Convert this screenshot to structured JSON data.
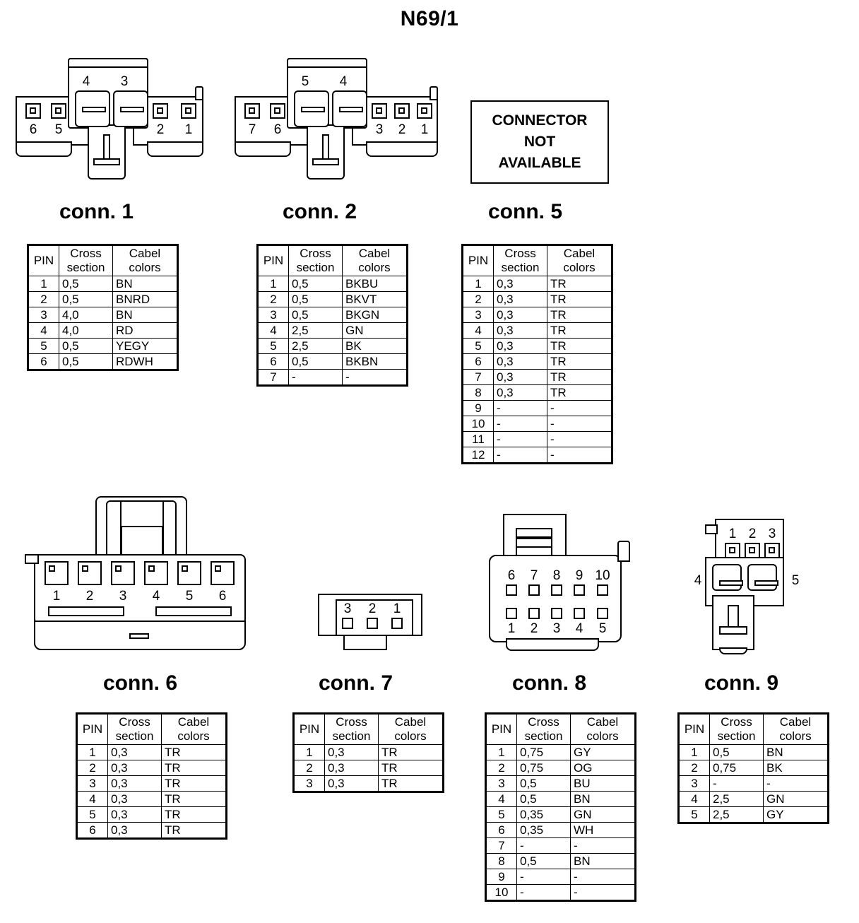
{
  "title": "N69/1",
  "not_available": {
    "line1": "CONNECTOR",
    "line2": "NOT",
    "line3": "AVAILABLE"
  },
  "table_headers": {
    "pin": "PIN",
    "cross_section_l1": "Cross",
    "cross_section_l2": "section",
    "cable_colors_l1": "Cabel",
    "cable_colors_l2": "colors"
  },
  "connectors": [
    {
      "id": "conn1",
      "label": "conn. 1",
      "pin_numbers": [
        "6",
        "5",
        "4",
        "3",
        "2",
        "1"
      ],
      "rows": [
        {
          "pin": "1",
          "cross_section": "0,5",
          "cable_colors": "BN"
        },
        {
          "pin": "2",
          "cross_section": "0,5",
          "cable_colors": "BNRD"
        },
        {
          "pin": "3",
          "cross_section": "4,0",
          "cable_colors": "BN"
        },
        {
          "pin": "4",
          "cross_section": "4,0",
          "cable_colors": "RD"
        },
        {
          "pin": "5",
          "cross_section": "0,5",
          "cable_colors": "YEGY"
        },
        {
          "pin": "6",
          "cross_section": "0,5",
          "cable_colors": "RDWH"
        }
      ]
    },
    {
      "id": "conn2",
      "label": "conn. 2",
      "pin_numbers": [
        "7",
        "6",
        "5",
        "4",
        "3",
        "2",
        "1"
      ],
      "rows": [
        {
          "pin": "1",
          "cross_section": "0,5",
          "cable_colors": "BKBU"
        },
        {
          "pin": "2",
          "cross_section": "0,5",
          "cable_colors": "BKVT"
        },
        {
          "pin": "3",
          "cross_section": "0,5",
          "cable_colors": "BKGN"
        },
        {
          "pin": "4",
          "cross_section": "2,5",
          "cable_colors": "GN"
        },
        {
          "pin": "5",
          "cross_section": "2,5",
          "cable_colors": "BK"
        },
        {
          "pin": "6",
          "cross_section": "0,5",
          "cable_colors": "BKBN"
        },
        {
          "pin": "7",
          "cross_section": "-",
          "cable_colors": "-"
        }
      ]
    },
    {
      "id": "conn5",
      "label": "conn. 5",
      "pin_numbers": [],
      "rows": [
        {
          "pin": "1",
          "cross_section": "0,3",
          "cable_colors": "TR"
        },
        {
          "pin": "2",
          "cross_section": "0,3",
          "cable_colors": "TR"
        },
        {
          "pin": "3",
          "cross_section": "0,3",
          "cable_colors": "TR"
        },
        {
          "pin": "4",
          "cross_section": "0,3",
          "cable_colors": "TR"
        },
        {
          "pin": "5",
          "cross_section": "0,3",
          "cable_colors": "TR"
        },
        {
          "pin": "6",
          "cross_section": "0,3",
          "cable_colors": "TR"
        },
        {
          "pin": "7",
          "cross_section": "0,3",
          "cable_colors": "TR"
        },
        {
          "pin": "8",
          "cross_section": "0,3",
          "cable_colors": "TR"
        },
        {
          "pin": "9",
          "cross_section": "-",
          "cable_colors": "-"
        },
        {
          "pin": "10",
          "cross_section": "-",
          "cable_colors": "-"
        },
        {
          "pin": "11",
          "cross_section": "-",
          "cable_colors": "-"
        },
        {
          "pin": "12",
          "cross_section": "-",
          "cable_colors": "-"
        }
      ]
    },
    {
      "id": "conn6",
      "label": "conn. 6",
      "pin_numbers": [
        "1",
        "2",
        "3",
        "4",
        "5",
        "6"
      ],
      "rows": [
        {
          "pin": "1",
          "cross_section": "0,3",
          "cable_colors": "TR"
        },
        {
          "pin": "2",
          "cross_section": "0,3",
          "cable_colors": "TR"
        },
        {
          "pin": "3",
          "cross_section": "0,3",
          "cable_colors": "TR"
        },
        {
          "pin": "4",
          "cross_section": "0,3",
          "cable_colors": "TR"
        },
        {
          "pin": "5",
          "cross_section": "0,3",
          "cable_colors": "TR"
        },
        {
          "pin": "6",
          "cross_section": "0,3",
          "cable_colors": "TR"
        }
      ]
    },
    {
      "id": "conn7",
      "label": "conn. 7",
      "pin_numbers": [
        "3",
        "2",
        "1"
      ],
      "rows": [
        {
          "pin": "1",
          "cross_section": "0,3",
          "cable_colors": "TR"
        },
        {
          "pin": "2",
          "cross_section": "0,3",
          "cable_colors": "TR"
        },
        {
          "pin": "3",
          "cross_section": "0,3",
          "cable_colors": "TR"
        }
      ]
    },
    {
      "id": "conn8",
      "label": "conn. 8",
      "pin_numbers_top": [
        "6",
        "7",
        "8",
        "9",
        "10"
      ],
      "pin_numbers_bottom": [
        "1",
        "2",
        "3",
        "4",
        "5"
      ],
      "rows": [
        {
          "pin": "1",
          "cross_section": "0,75",
          "cable_colors": "GY"
        },
        {
          "pin": "2",
          "cross_section": "0,75",
          "cable_colors": "OG"
        },
        {
          "pin": "3",
          "cross_section": "0,5",
          "cable_colors": "BU"
        },
        {
          "pin": "4",
          "cross_section": "0,5",
          "cable_colors": "BN"
        },
        {
          "pin": "5",
          "cross_section": "0,35",
          "cable_colors": "GN"
        },
        {
          "pin": "6",
          "cross_section": "0,35",
          "cable_colors": "WH"
        },
        {
          "pin": "7",
          "cross_section": "-",
          "cable_colors": "-"
        },
        {
          "pin": "8",
          "cross_section": "0,5",
          "cable_colors": "BN"
        },
        {
          "pin": "9",
          "cross_section": "-",
          "cable_colors": "-"
        },
        {
          "pin": "10",
          "cross_section": "-",
          "cable_colors": "-"
        }
      ]
    },
    {
      "id": "conn9",
      "label": "conn. 9",
      "pin_numbers": [
        "1",
        "2",
        "3",
        "4",
        "5"
      ],
      "rows": [
        {
          "pin": "1",
          "cross_section": "0,5",
          "cable_colors": "BN"
        },
        {
          "pin": "2",
          "cross_section": "0,75",
          "cable_colors": "BK"
        },
        {
          "pin": "3",
          "cross_section": "-",
          "cable_colors": "-"
        },
        {
          "pin": "4",
          "cross_section": "2,5",
          "cable_colors": "GN"
        },
        {
          "pin": "5",
          "cross_section": "2,5",
          "cable_colors": "GY"
        }
      ]
    }
  ]
}
